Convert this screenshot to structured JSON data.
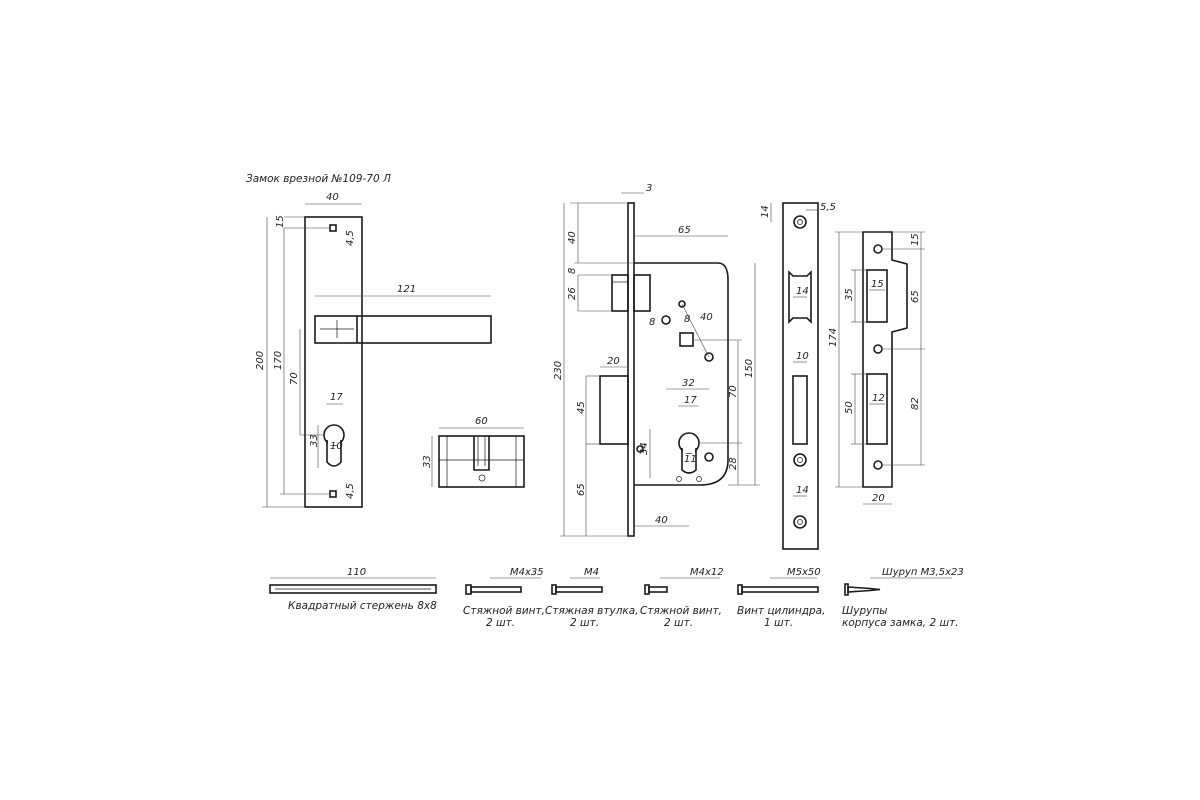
{
  "title": "Замок врезной №109-70 Л",
  "handle": {
    "d40": "40",
    "d15": "15",
    "d45a": "4,5",
    "d121": "121",
    "d200": "200",
    "d170": "170",
    "d70": "70",
    "d17": "17",
    "d33": "33",
    "d10": "10",
    "d45b": "4,5"
  },
  "cylinder": {
    "d60": "60",
    "d33": "33"
  },
  "lockbody": {
    "d3": "3",
    "d40": "40",
    "d65": "65",
    "d8a": "8",
    "d26": "26",
    "d8b": "8",
    "d8c": "8",
    "d40b": "40",
    "d230": "230",
    "d20": "20",
    "d150": "150",
    "d45": "45",
    "d70": "70",
    "d32": "32",
    "d17": "17",
    "d34": "34",
    "d11": "11",
    "d28": "28",
    "d65b": "65",
    "d40c": "40"
  },
  "faceplate": {
    "d14a": "14",
    "d55": "5,5",
    "d14b": "14",
    "d10": "10",
    "d14c": "14"
  },
  "strike": {
    "d15": "15",
    "d35": "35",
    "d15b": "15",
    "d65": "65",
    "d174": "174",
    "d50": "50",
    "d12": "12",
    "d82": "82",
    "d20": "20"
  },
  "parts": [
    {
      "dim": "110",
      "label": "Квадратный стержень 8х8",
      "label2": ""
    },
    {
      "dim": "М4х35",
      "label": "Стяжной винт,",
      "label2": "2 шт."
    },
    {
      "dim": "М4",
      "label": "Стяжная втулка,",
      "label2": "2 шт."
    },
    {
      "dim": "М4х12",
      "label": "Стяжной винт,",
      "label2": "2 шт."
    },
    {
      "dim": "М5х50",
      "label": "Винт цилиндра,",
      "label2": "1 шт."
    },
    {
      "dim": "Шуруп М3,5х23",
      "label": "Шурупы",
      "label2": "корпуса замка, 2 шт."
    }
  ]
}
